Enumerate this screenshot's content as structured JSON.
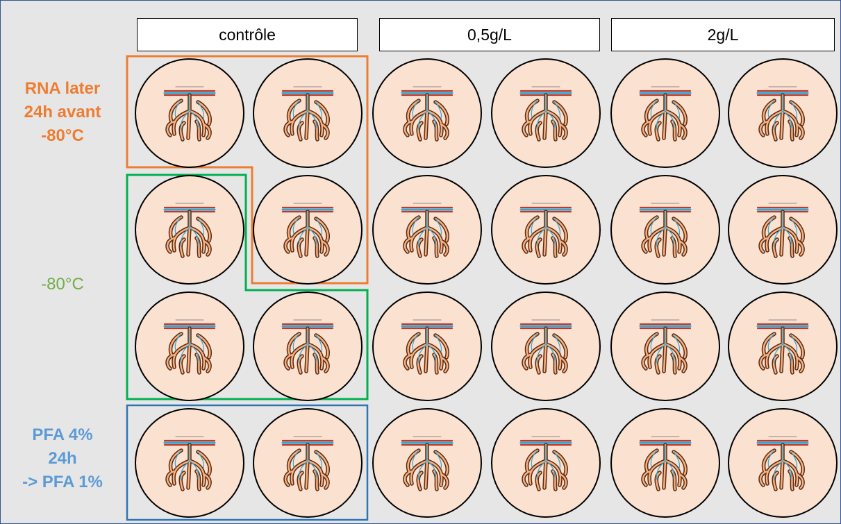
{
  "columns": [
    {
      "label": "contrôle"
    },
    {
      "label": "0,5g/L"
    },
    {
      "label": "2g/L"
    }
  ],
  "row_labels": {
    "rna_later": {
      "lines": [
        "RNA later",
        "24h avant",
        "-80°C"
      ],
      "color": "#ed7d31"
    },
    "minus80": {
      "lines": [
        "-80°C"
      ],
      "color": "#70ad47"
    },
    "pfa": {
      "lines": [
        "PFA 4%",
        "24h",
        "-> PFA 1%"
      ],
      "color": "#5b9bd5"
    }
  },
  "well_plate": {
    "rows": 4,
    "cols": 6,
    "well_fill": "#fbe1d0",
    "well_stroke": "#000000"
  },
  "group_colors": {
    "rna_later": "#ed7d31",
    "minus80": "#00b050",
    "pfa": "#2e75b6"
  },
  "colors": {
    "background": "#e7e6e6",
    "frame": "#2f5597"
  },
  "icon": "intestinal-crypt-villus-icon"
}
